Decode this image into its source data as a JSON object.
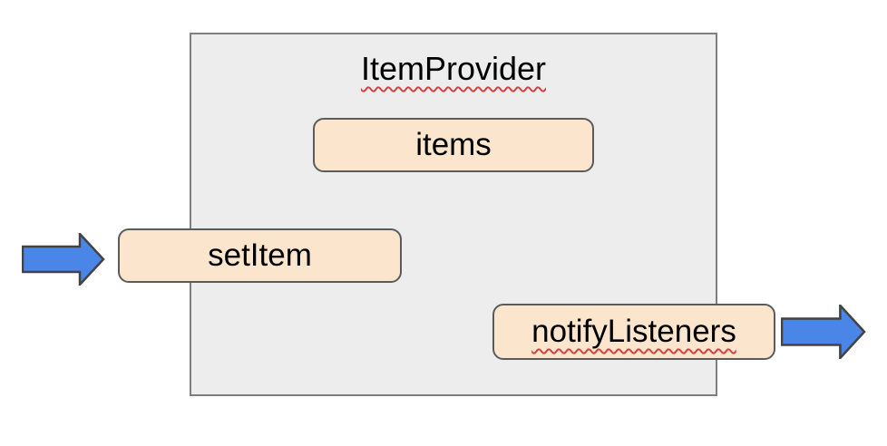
{
  "diagram": {
    "title": "ItemProvider",
    "title_spellcheck_underline": true,
    "nodes": [
      {
        "id": "items",
        "label": "items",
        "spellcheck_underline": false
      },
      {
        "id": "setItem",
        "label": "setItem",
        "spellcheck_underline": false
      },
      {
        "id": "notifyListeners",
        "label": "notifyListeners",
        "spellcheck_underline": true
      }
    ],
    "arrows": [
      {
        "id": "input-arrow",
        "direction": "right",
        "attached_to": "setItem"
      },
      {
        "id": "output-arrow",
        "direction": "right",
        "attached_to": "notifyListeners"
      }
    ],
    "colors": {
      "node_fill": "#fce5cd",
      "node_border": "#5b5b5b",
      "container_fill": "#ededed",
      "container_border": "#7f7f7f",
      "arrow_fill": "#4a86e8",
      "arrow_stroke": "#434343",
      "squiggle": "#cf4444",
      "text": "#000000"
    }
  }
}
